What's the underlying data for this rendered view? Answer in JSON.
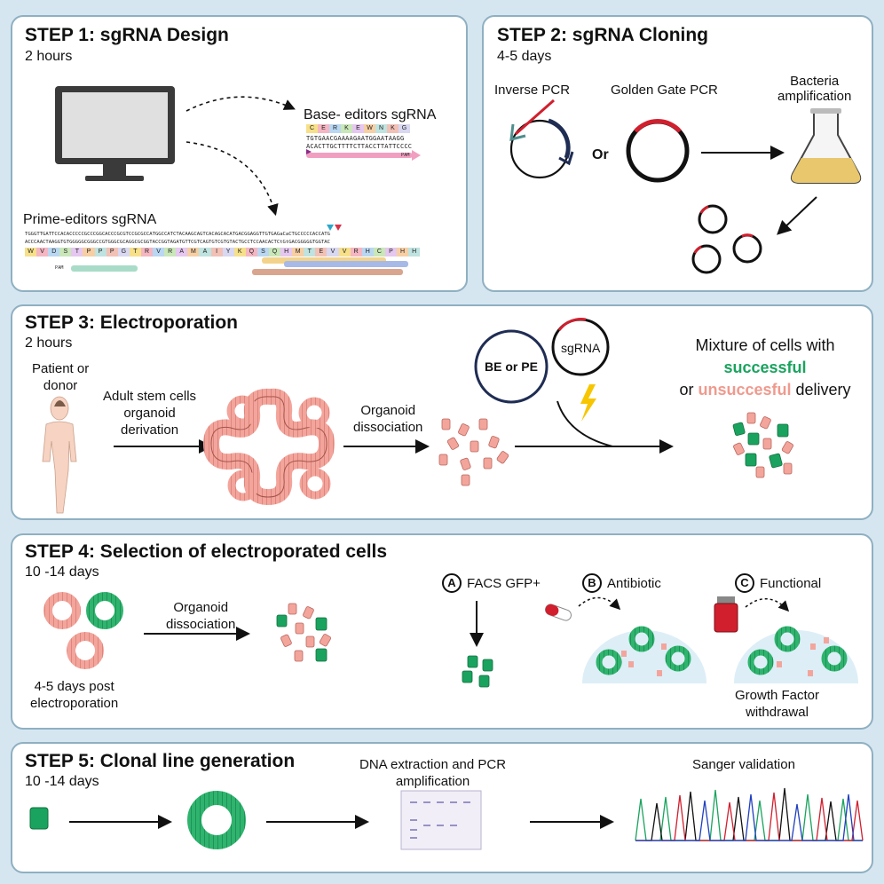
{
  "step1": {
    "title": "STEP 1: sgRNA Design",
    "duration": "2 hours",
    "base_editors_label": "Base- editors sgRNA",
    "be_aa": [
      "C",
      "E",
      "R",
      "K",
      "E",
      "W",
      "N",
      "K",
      "G"
    ],
    "be_seq_top": "TGTGAACGAAAAGAATGGAATAAGG",
    "be_seq_bottom": "ACACTTGCTTTTCTTACCTTATTCCCC",
    "be_pam": "PAM",
    "prime_editors_label": "Prime-editors sgRNA",
    "pe_seq_top": "TGGGTTGATTCCACACCCCCGCCCGGCACCCGCGTCCGCGCCATGGCCATCTACAAGCAGTCACAGCACATGACGGAGGTTGTGAGaCaCTGCCCCCACCATG",
    "pe_seq_bottom": "ACCCAACTAAGGTGTGGGGGCGGGCCGTGGGCGCAGGCGCGGTACCGGTAGATGTTCGTCAGTGTCGTGTACTGCCTCCAACACTCtGtGACGGGGGTGGTAC",
    "pe_aa": [
      "W",
      "V",
      "D",
      "S",
      "T",
      "P",
      "P",
      "P",
      "G",
      "T",
      "R",
      "V",
      "R",
      "A",
      "M",
      "A",
      "I",
      "Y",
      "K",
      "Q",
      "S",
      "Q",
      "H",
      "M",
      "T",
      "E",
      "V",
      "V",
      "R",
      "H",
      "C",
      "P",
      "H",
      "H"
    ],
    "pe_pam": "PAM"
  },
  "step2": {
    "title": "STEP 2: sgRNA Cloning",
    "duration": "4-5 days",
    "inverse_pcr": "Inverse PCR",
    "golden_gate": "Golden Gate PCR",
    "or": "Or",
    "bacteria": "Bacteria\namplification"
  },
  "step3": {
    "title": "STEP 3: Electroporation",
    "duration": "2 hours",
    "patient": "Patient or\ndonor",
    "derivation": "Adult stem cells\norganoid\nderivation",
    "dissociation": "Organoid\ndissociation",
    "be_or_pe": "BE or PE",
    "sgrna": "sgRNA",
    "mix_line1": "Mixture of cells with",
    "mix_successful": "successful",
    "mix_or": "or",
    "mix_unsuccessful": "unsuccesful",
    "mix_delivery": "delivery"
  },
  "step4": {
    "title": "STEP 4: Selection of electroporated cells",
    "duration": "10 -14 days",
    "post": "4-5 days post\nelectroporation",
    "dissociation": "Organoid\ndissociation",
    "a_letter": "A",
    "a_label": "FACS GFP+",
    "b_letter": "B",
    "b_label": "Antibiotic",
    "c_letter": "C",
    "c_label": "Functional",
    "growth": "Growth Factor\nwithdrawal"
  },
  "step5": {
    "title": "STEP 5: Clonal line generation",
    "duration": "10 -14 days",
    "dna": "DNA extraction and PCR\namplification",
    "sanger": "Sanger validation"
  },
  "colors": {
    "panel_border": "#8fb0c2",
    "background": "#d6e6f0",
    "pink_cell": "#f3a59c",
    "green_cell": "#1aa35e",
    "red_plasmid": "#d11f2e",
    "navy": "#1f2d54"
  }
}
